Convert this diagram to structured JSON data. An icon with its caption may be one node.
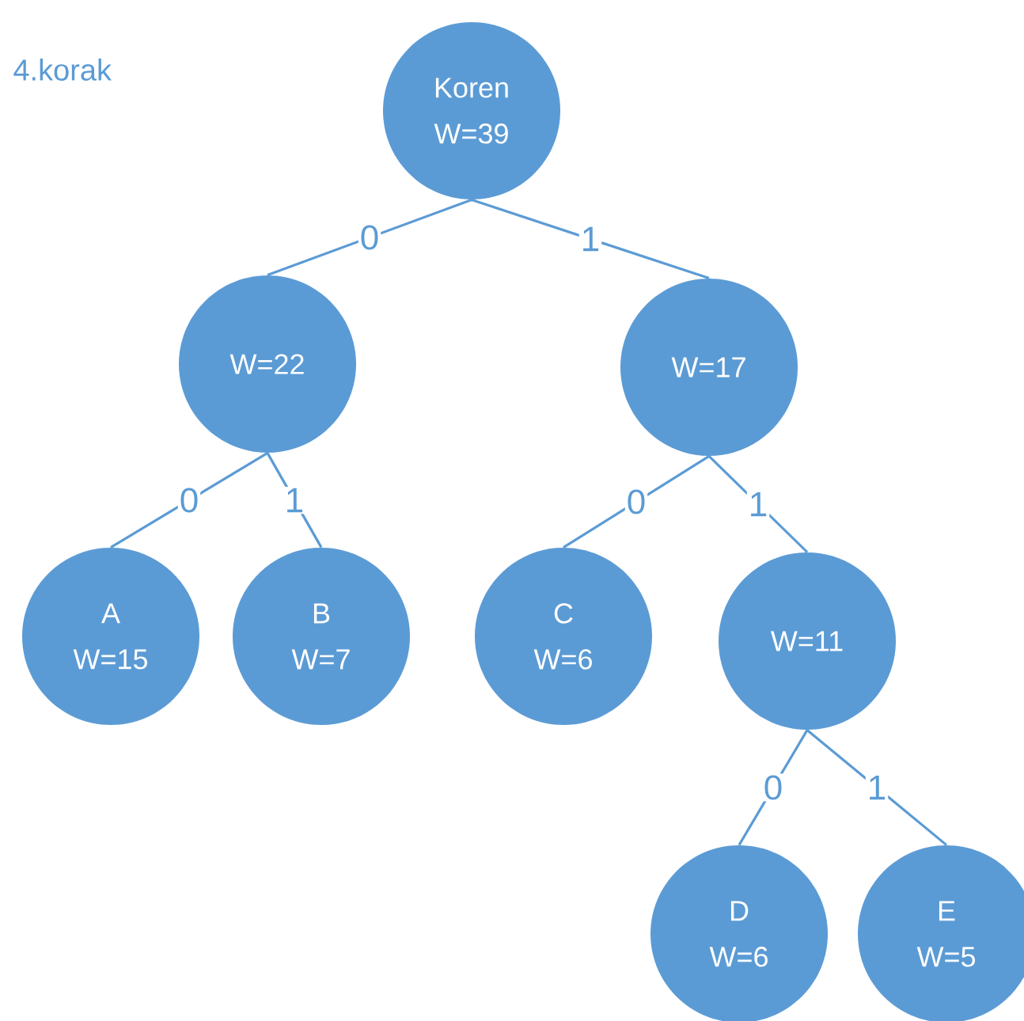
{
  "diagram": {
    "title": "4.korak",
    "nodes": [
      {
        "text": [
          "Koren",
          "W=39"
        ]
      },
      {
        "text": [
          "W=22"
        ]
      },
      {
        "text": [
          "W=17"
        ]
      },
      {
        "text": [
          "A",
          "W=15"
        ]
      },
      {
        "text": [
          "B",
          "W=7"
        ]
      },
      {
        "text": [
          "C",
          "W=6"
        ]
      },
      {
        "text": [
          "W=11"
        ]
      },
      {
        "text": [
          "D",
          "W=6"
        ]
      },
      {
        "text": [
          "E",
          "W=5"
        ]
      }
    ],
    "edges": [
      {
        "from": 0,
        "to": 1,
        "arrow": "none",
        "label": "0"
      },
      {
        "from": 0,
        "to": 2,
        "arrow": "none",
        "label": "1"
      },
      {
        "from": 1,
        "to": 3,
        "arrow": "none",
        "label": "0"
      },
      {
        "from": 1,
        "to": 4,
        "arrow": "none",
        "label": "1"
      },
      {
        "from": 2,
        "to": 5,
        "arrow": "none",
        "label": "0"
      },
      {
        "from": 2,
        "to": 6,
        "arrow": "none",
        "label": "1"
      },
      {
        "from": 6,
        "to": 7,
        "arrow": "none",
        "label": "0"
      },
      {
        "from": 6,
        "to": 8,
        "arrow": "none",
        "label": "1"
      }
    ]
  }
}
